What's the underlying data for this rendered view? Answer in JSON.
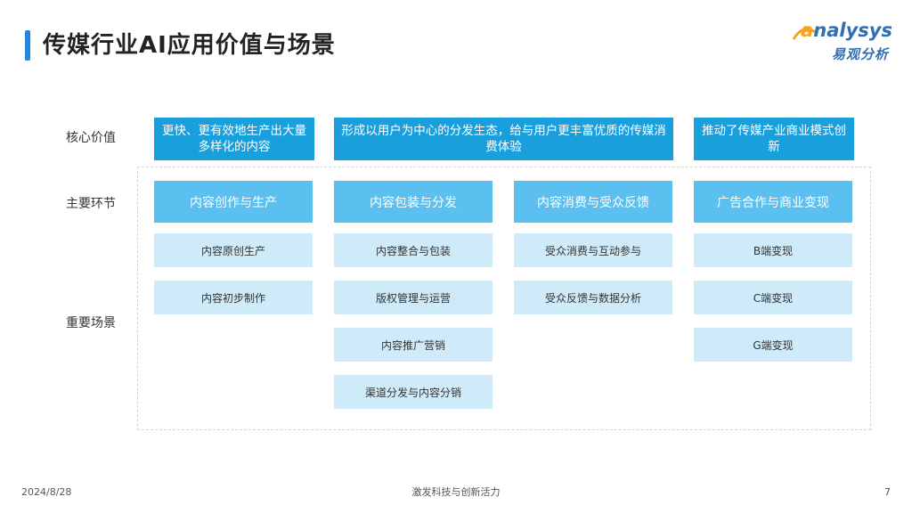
{
  "title": "传媒行业AI应用价值与场景",
  "logo": {
    "en_prefix": "a",
    "en_rest": "nalysys",
    "cn": "易观分析"
  },
  "row_labels": {
    "value": "核心价值",
    "stage": "主要环节",
    "scene": "重要场景"
  },
  "values": [
    "更快、更有效地生产出大量多样化的内容",
    "形成以用户为中心的分发生态，给与用户更丰富优质的传媒消费体验",
    "推动了传媒产业商业模式创新"
  ],
  "columns": [
    {
      "stage": "内容创作与生产",
      "scenes": [
        "内容原创生产",
        "内容初步制作"
      ]
    },
    {
      "stage": "内容包装与分发",
      "scenes": [
        "内容整合与包装",
        "版权管理与运营",
        "内容推广营销",
        "渠道分发与内容分销"
      ]
    },
    {
      "stage": "内容消费与受众反馈",
      "scenes": [
        "受众消费与互动参与",
        "受众反馈与数据分析"
      ]
    },
    {
      "stage": "广告合作与商业变现",
      "scenes": [
        "B端变现",
        "C端变现",
        "G端变现"
      ]
    }
  ],
  "footer": {
    "date": "2024/8/28",
    "center": "激发科技与创新活力",
    "page": "7"
  },
  "colors": {
    "value_box": "#1a9fdd",
    "stage_box": "#5bc0ef",
    "scene_box": "#cfeaf9",
    "accent": "#1e88e5"
  }
}
